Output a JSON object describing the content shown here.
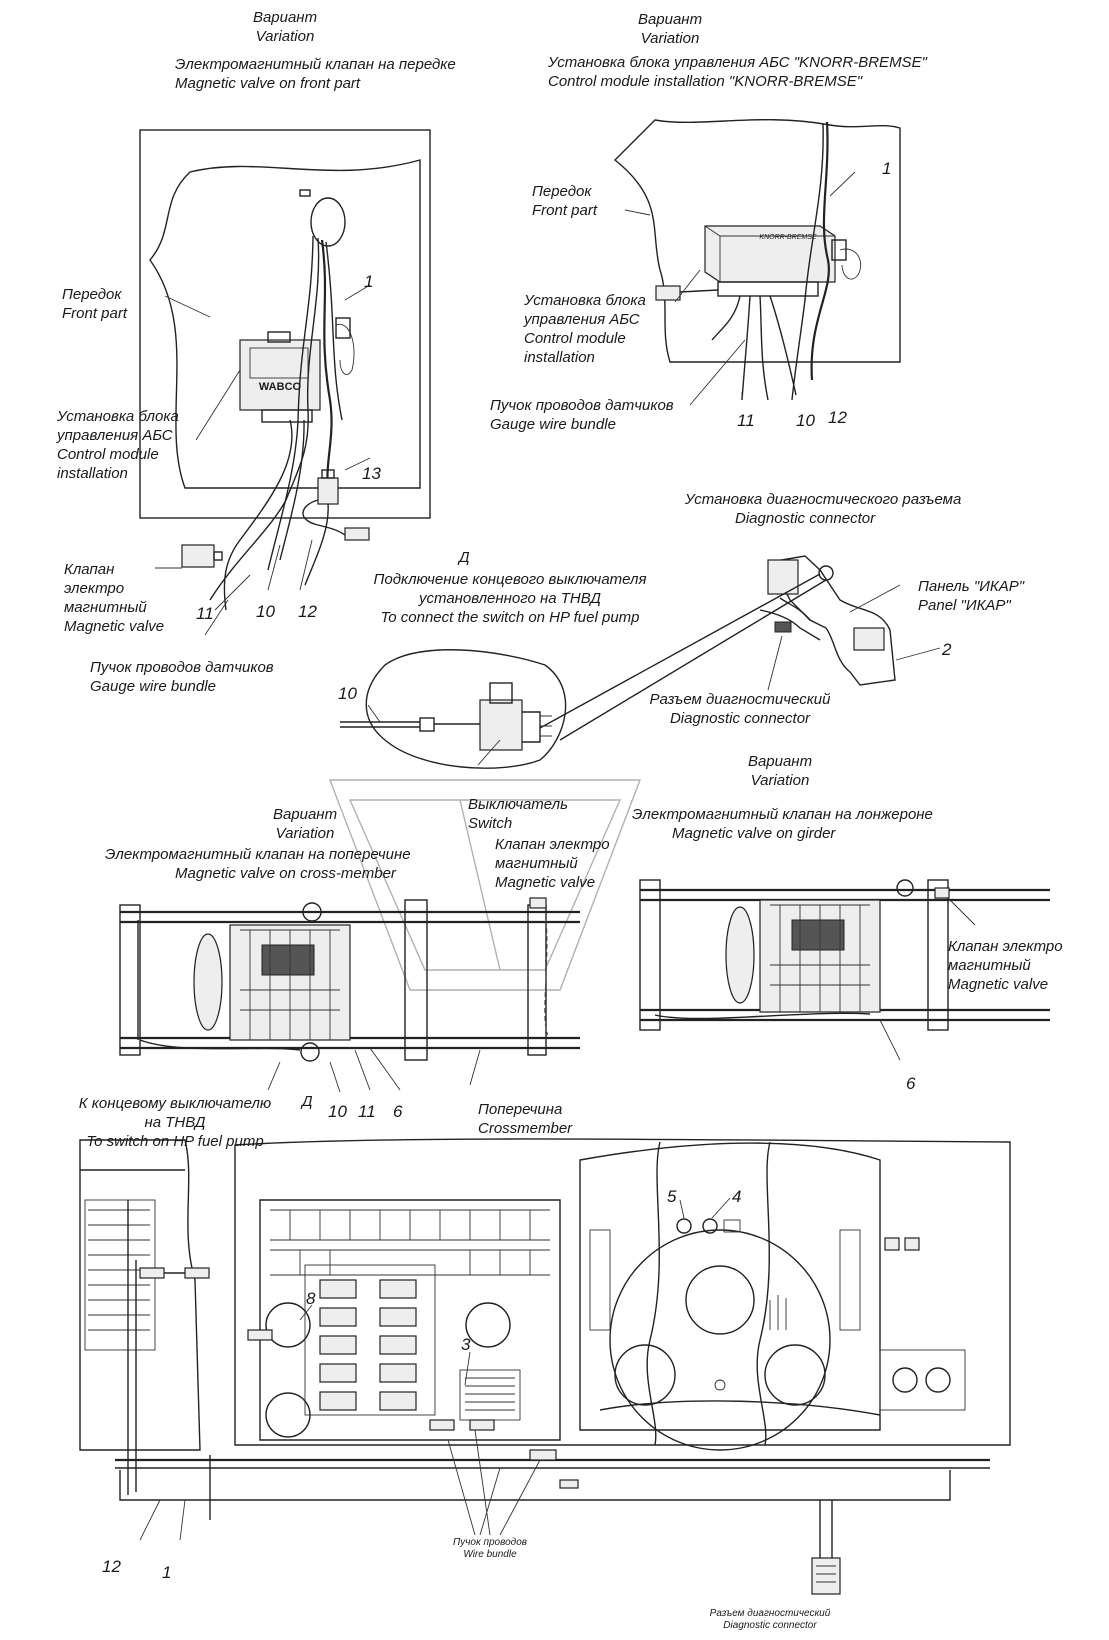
{
  "labels": {
    "var1_ru": "Вариант",
    "var1_en": "Variation",
    "fp_valve_ru": "Электромагнитный клапан на передке",
    "fp_valve_en": "Magnetic valve on front part",
    "var2_ru": "Вариант",
    "var2_en": "Variation",
    "knorr_ru": "Установка блока управления АБС \"KNORR-BREMSE\"",
    "knorr_en": "Control module installation \"KNORR-BREMSE\"",
    "front_r_ru": "Передок",
    "front_r_en": "Front part",
    "front_l_ru": "Передок",
    "front_l_en": "Front part",
    "cm_r_1": "Установка блока",
    "cm_r_2": "управления АБС",
    "cm_r_3": "Control module",
    "cm_r_4": "installation",
    "cm_l_1": "Установка блока",
    "cm_l_2": "управления АБС",
    "cm_l_3": "Control module",
    "cm_l_4": "installation",
    "gauge_r_ru": "Пучок проводов датчиков",
    "gauge_r_en": "Gauge wire bundle",
    "diag_inst_ru": "Установка диагностического разъема",
    "diag_inst_en": "Diagnostic connector",
    "valve_l_1": "Клапан",
    "valve_l_2": "электро",
    "valve_l_3": "магнитный",
    "valve_l_4": "Magnetic valve",
    "d_letter": "Д",
    "switch_conn_ru1": "Подключение концевого выключателя",
    "switch_conn_ru2": "установленного на ТНВД",
    "switch_conn_en": "To connect the switch on HP fuel pump",
    "ikar_ru": "Панель \"ИКАР\"",
    "ikar_en": "Panel \"ИКАР\"",
    "gauge_l_ru": "Пучок проводов датчиков",
    "gauge_l_en": "Gauge wire bundle",
    "diag_conn_ru": "Разъем диагностический",
    "diag_conn_en": "Diagnostic connector",
    "var3_ru": "Вариант",
    "var3_en": "Variation",
    "switch_ru": "Выключатель",
    "switch_en": "Switch",
    "var4_ru": "Вариант",
    "var4_en": "Variation",
    "girder_ru": "Электромагнитный клапан на лонжероне",
    "girder_en": "Magnetic valve on girder",
    "cross_ru": "Электромагнитный клапан на поперечине",
    "cross_en": "Magnetic valve on cross-member",
    "valve_c_1": "Клапан электро",
    "valve_c_2": "магнитный",
    "valve_c_3": "Magnetic valve",
    "valve_r_1": "Клапан электро",
    "valve_r_2": "магнитный",
    "valve_r_3": "Magnetic valve",
    "to_switch_ru1": "К концевому выключателю",
    "to_switch_ru2": "на ТНВД",
    "to_switch_en": "To switch on HP fuel pump",
    "d_letter2": "Д",
    "crossmember_ru": "Поперечина",
    "crossmember_en": "Crossmember",
    "wire_bundle_ru": "Пучок проводов",
    "wire_bundle_en": "Wire bundle",
    "diag_bottom_ru": "Разъем диагностический",
    "diag_bottom_en": "Diagnostic connector",
    "brand_wabco": "WABCO",
    "brand_knorr": "KNORR-BREMSE"
  },
  "callouts": {
    "c1_r": "1",
    "c1_l": "1",
    "c13": "13",
    "c11_r": "11",
    "c10_r": "10",
    "c12_r": "12",
    "c11_l": "11",
    "c10_l": "10",
    "c12_l": "12",
    "c2": "2",
    "c10_sw": "10",
    "c10_ch": "10",
    "c11_ch": "11",
    "c6_l": "6",
    "c6_r": "6",
    "c5": "5",
    "c4": "4",
    "c8": "8",
    "c3": "3",
    "c12_b": "12",
    "c1_b": "1"
  }
}
